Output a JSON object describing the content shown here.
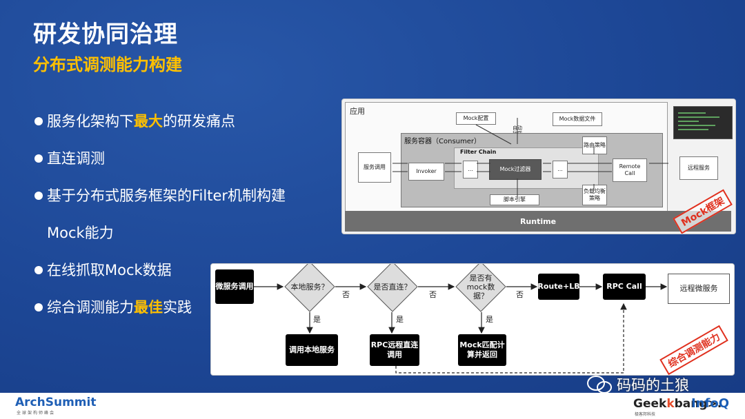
{
  "slide": {
    "title": "研发协同治理",
    "subtitle": "分布式调测能力构建"
  },
  "bullets": [
    {
      "pre": "服务化架构下",
      "highlight": "最大",
      "post": "的研发痛点"
    },
    {
      "pre": "直连调测",
      "highlight": "",
      "post": ""
    },
    {
      "pre": "基于分布式服务框架的Filter机制构建",
      "highlight": "",
      "post": ""
    },
    {
      "pre": "Mock能力",
      "highlight": "",
      "post": ""
    },
    {
      "pre": "在线抓取Mock数据",
      "highlight": "",
      "post": ""
    },
    {
      "pre": "综合调测能力",
      "highlight": "最佳",
      "post": "实践"
    }
  ],
  "architecture": {
    "app_label": "应用",
    "container_label": "服务容器（Consumer）",
    "filter_chain_label": "Filter Chain",
    "mock_config": "Mock配置",
    "mock_data_file": "Mock数据文件",
    "auto_load": "自动加载",
    "service_call": "服务调用",
    "invoker": "Invoker",
    "ellipsis_left": "...",
    "mock_filter": "Mock过滤器",
    "ellipsis_right": "...",
    "routing": "路由策略",
    "remote_call": "Remote Call",
    "remote_service": "远程服务",
    "load_balance": "负载均衡策略",
    "script_engine": "脚本引擎",
    "runtime": "Runtime",
    "tag": "Mock框架"
  },
  "flow": {
    "micro_call": "微服务调用",
    "q_local": "本地服务？",
    "q_direct": "是否直连？",
    "q_mock": "是否有mock数据？",
    "route_lb": "Route+LB",
    "rpc_call": "RPC Call",
    "remote_micro": "远程微服务",
    "call_local": "调用本地服务",
    "rpc_direct": "RPC远程直连调用",
    "mock_match": "Mock匹配计算并返回",
    "no": "否",
    "yes": "是",
    "tag": "综合调测能力"
  },
  "footer": {
    "archsummit": "ArchSummit",
    "archsummit_sub": "全球架构师峰会",
    "geekbang_a": "Geek",
    "geekbang_k": "k",
    "geekbang_b": "bang>.",
    "geekbang_sub": "极客邦科技",
    "infoq": "InfoQ",
    "watermark": "码码的土狼"
  },
  "colors": {
    "background": "#1d4796",
    "accent": "#ffc000",
    "tag_red": "#e0301e"
  }
}
